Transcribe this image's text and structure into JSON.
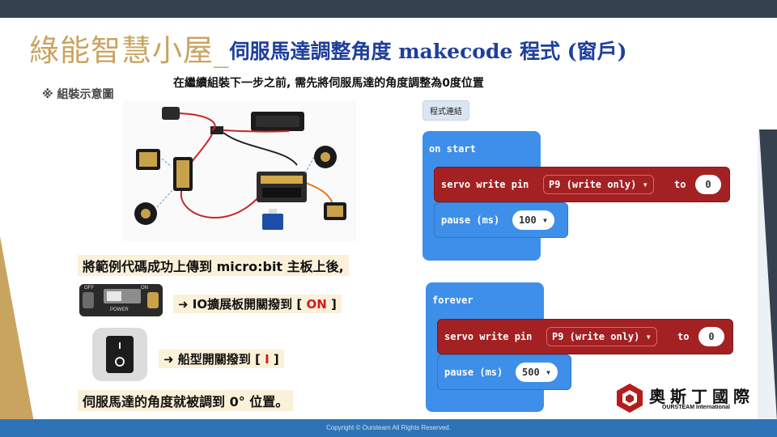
{
  "title": {
    "main": "綠能智慧小屋_",
    "sub": "伺服馬達調整角度 makecode 程式 (窗戶)"
  },
  "subtitle": "在繼續組裝下一步之前, 需先將伺服馬達的角度調整為0度位置",
  "assembly_label": "※ 組裝示意圖",
  "link_button": "程式連結",
  "steps": {
    "upload": "將範例代碼成功上傳到 micro:bit 主板上後,",
    "io_prefix": "➜ IO擴展板開關撥到 [ ",
    "io_value": "ON",
    "io_suffix": " ]",
    "boat_prefix": "➜ 船型開關撥到 [ ",
    "boat_value": "I",
    "boat_suffix": " ]",
    "result": "伺服馬達的角度就被調到 0° 位置。"
  },
  "board_labels": {
    "off": "OFF",
    "on": "ON",
    "power": "POWER"
  },
  "code": {
    "on_start": {
      "label": "on start",
      "servo_label": "servo write pin",
      "pin": "P9 (write only) ▾",
      "to": "to",
      "value": "0",
      "pause_label": "pause (ms)",
      "pause_value": "100 ▾"
    },
    "forever": {
      "label": "forever",
      "servo_label": "servo write pin",
      "pin": "P9 (write only) ▾",
      "to": "to",
      "value": "0",
      "pause_label": "pause (ms)",
      "pause_value": "500 ▾"
    }
  },
  "logo": {
    "cn": "奧斯丁國際",
    "en": "OURSTEAM International"
  },
  "footer": "Copyright © Oursteam All Rights Reserved.",
  "colors": {
    "title_gold": "#c9a45f",
    "title_blue": "#1f3f9a",
    "makecode_blue": "#3e8fea",
    "servo_red": "#a32123",
    "highlight": "#fbf0d8",
    "footer_blue": "#2e73b5"
  }
}
